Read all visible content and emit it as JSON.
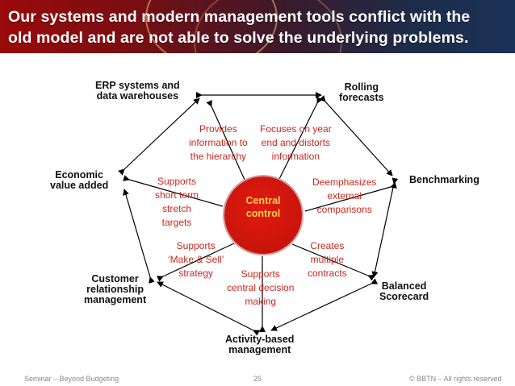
{
  "title": {
    "line1": "Our systems and modern management tools conflict with the",
    "line2": "old model and are not able to solve the underlying problems."
  },
  "center": {
    "line1": "Central",
    "line2": "control"
  },
  "nodes": {
    "erp": {
      "line1": "ERP systems and",
      "line2": "data warehouses"
    },
    "rolling": {
      "line1": "Rolling",
      "line2": "forecasts"
    },
    "economic": {
      "line1": "Economic",
      "line2": "value added"
    },
    "benchmarking": {
      "line1": "Benchmarking"
    },
    "crm": {
      "line1": "Customer",
      "line2": "relationship",
      "line3": "management"
    },
    "balanced": {
      "line1": "Balanced",
      "line2": "Scorecard"
    },
    "activity": {
      "line1": "Activity-based",
      "line2": "management"
    }
  },
  "annotations": {
    "provides": {
      "line1": "Provides",
      "line2": "information to",
      "line3": "the hierarchy"
    },
    "focuses": {
      "line1": "Focuses on year",
      "line2": "end and distorts",
      "line3": "information"
    },
    "short_term": {
      "line1": "Supports",
      "line2": "short term",
      "line3": "stretch",
      "line4": "targets"
    },
    "deemphasizes": {
      "line1": "Deemphasizes",
      "line2": "external",
      "line3": "comparisons"
    },
    "make_sell": {
      "line1": "Supports",
      "line2": "‘Make & Sell’",
      "line3": "strategy"
    },
    "central_decision": {
      "line1": "Supports",
      "line2": "central decision",
      "line3": "making"
    },
    "multiple": {
      "line1": "Creates",
      "line2": "multiple",
      "line3": "contracts"
    }
  },
  "footer": {
    "left": "Seminar – Beyond Budgeting",
    "page": "25",
    "right": "© BBTN – All rights reserved"
  },
  "colors": {
    "accent": "#c8281e",
    "center_text": "#ffd24a",
    "center_fill": "#cc140c"
  }
}
